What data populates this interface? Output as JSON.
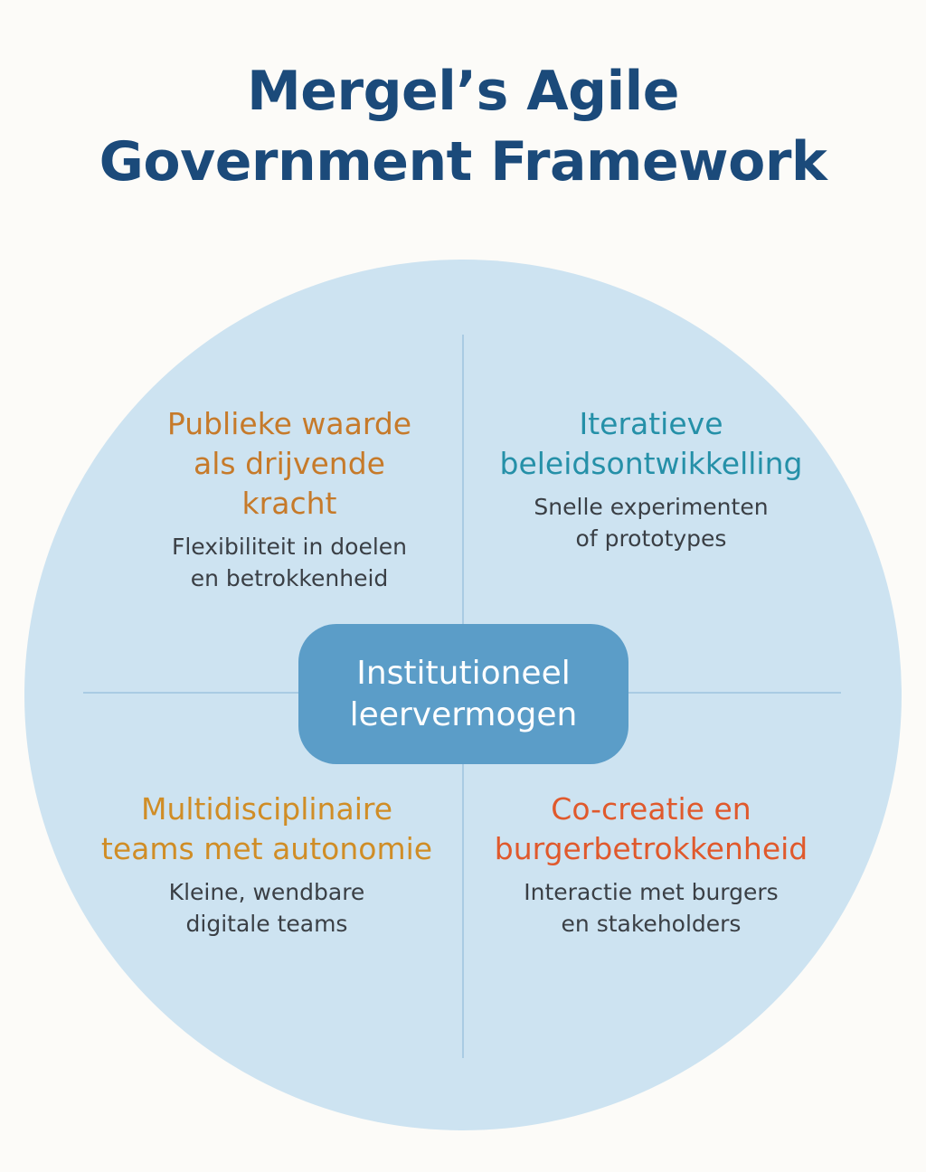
{
  "title": {
    "line1": "Mergel’s Agile",
    "line2": "Government Framework"
  },
  "center": {
    "line1": "Institutioneel",
    "line2": "leervermogen"
  },
  "quadrants": [
    {
      "heading": [
        "Publieke waarde",
        "als drijvende",
        "kracht"
      ],
      "sub": [
        "Flexibiliteit in doelen",
        "en betrokkenheid"
      ],
      "color": "#c67a2a"
    },
    {
      "heading": [
        "Iteratieve",
        "beleidsontwikkelling"
      ],
      "sub": [
        "Snelle experimenten",
        "of prototypes"
      ],
      "color": "#2590a8"
    },
    {
      "heading": [
        "Multidisciplinaire",
        "teams met autonomie"
      ],
      "sub": [
        "Kleine, wendbare",
        "digitale teams"
      ],
      "color": "#d08d26"
    },
    {
      "heading": [
        "Co-creatie en",
        "burgerbetrokkenheid"
      ],
      "sub": [
        "Interactie met burgers",
        "en stakeholders"
      ],
      "color": "#e0592c"
    }
  ]
}
